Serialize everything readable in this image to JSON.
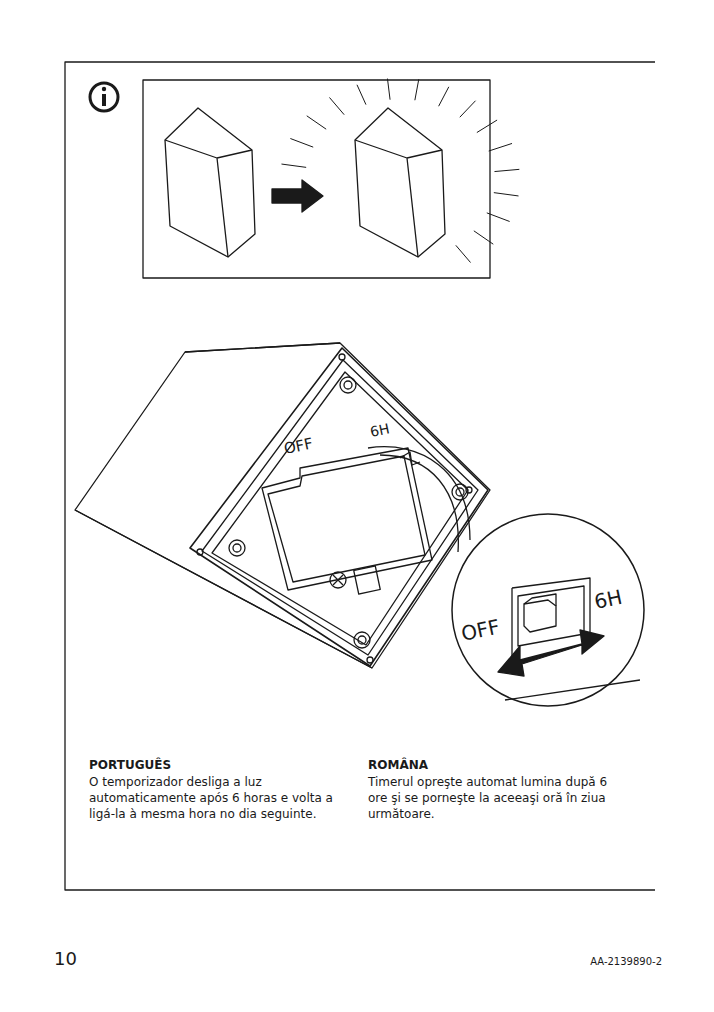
{
  "diagram": {
    "labels": [
      "OFF",
      "6H",
      "OFF",
      "6H",
      "PORTUGUÊS",
      "O temporizador desliga a luz automaticamente após 6 horas e volta a ligá-la à mesma hora no dia seguinte.",
      "ROMÂNA",
      "Timerul opreşte automat lumina după 6 ore şi se porneşte la aceeaşi oră în ziua următoare.",
      "10",
      "AA-2139890-2"
    ]
  }
}
